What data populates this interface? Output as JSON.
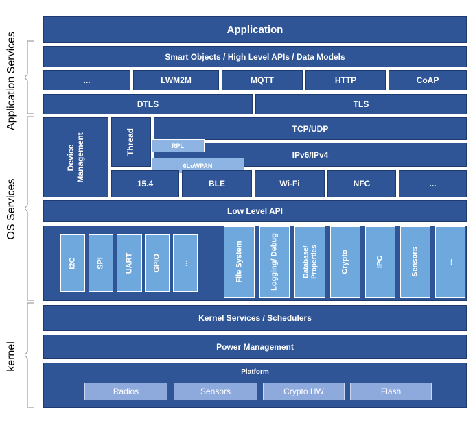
{
  "layers": {
    "application": "Application",
    "smart_objects": "Smart Objects / High Level APIs / Data Models",
    "protocols": [
      "...",
      "LWM2M",
      "MQTT",
      "HTTP",
      "CoAP"
    ],
    "security": [
      "DTLS",
      "TLS"
    ],
    "device_management": "Device\nManagement",
    "thread": "Thread",
    "tcp_udp": "TCP/UDP",
    "rpl": "RPL",
    "ipv6_ipv4": "IPv6/IPv4",
    "sixlowpan": "6LoWPAN",
    "links": [
      "15.4",
      "BLE",
      "Wi-Fi",
      "NFC",
      "..."
    ],
    "low_level_api": "Low Level API",
    "drivers": [
      "I2C",
      "SPI",
      "UART",
      "GPIO",
      "..."
    ],
    "os_modules": [
      "File System",
      "Logging/ Debug",
      "Database/\nProperties",
      "Crypto",
      "IPC",
      "Sensors",
      "..."
    ],
    "kernel_services": "Kernel Services / Schedulers",
    "power_management": "Power Management",
    "platform": {
      "title": "Platform",
      "items": [
        "Radios",
        "Sensors",
        "Crypto HW",
        "Flash"
      ]
    }
  },
  "sections": {
    "application_services": "Application Services",
    "os_services": "OS Services",
    "kernel": "kernel"
  },
  "colors": {
    "dark_block": "#2f5597",
    "light_block": "#6fa8dc",
    "platform_item": "#8ea9db"
  }
}
